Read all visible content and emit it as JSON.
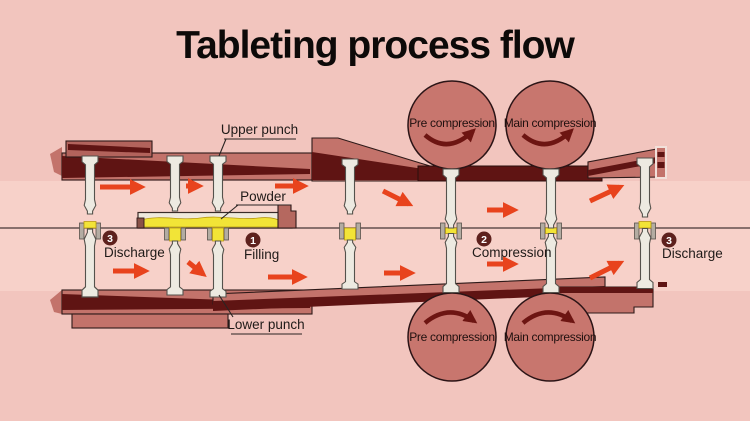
{
  "title": "Tableting process flow",
  "part_labels": {
    "upper_punch": "Upper punch",
    "powder": "Powder",
    "lower_punch": "Lower punch"
  },
  "stages": {
    "discharge_left": {
      "number": "3",
      "label": "Discharge"
    },
    "filling": {
      "number": "1",
      "label": "Filling"
    },
    "compression": {
      "number": "2",
      "label": "Compression"
    },
    "discharge_right": {
      "number": "3",
      "label": "Discharge"
    }
  },
  "rollers": {
    "top_pre": "Pre compression",
    "top_main": "Main compression",
    "bottom_pre": "Pre compression",
    "bottom_main": "Main compression"
  },
  "colors": {
    "background": "#f2c5be",
    "machine_red": "#c3736b",
    "machine_dark_red": "#5f1413",
    "roller_fill": "#c8766e",
    "flow_arrow": "#e8431d",
    "rotation_arrow": "#6d1512",
    "powder_yellow": "#f2e437",
    "punch_white": "#edeae1",
    "badge": "#5e211d",
    "text": "#1f1a18"
  }
}
